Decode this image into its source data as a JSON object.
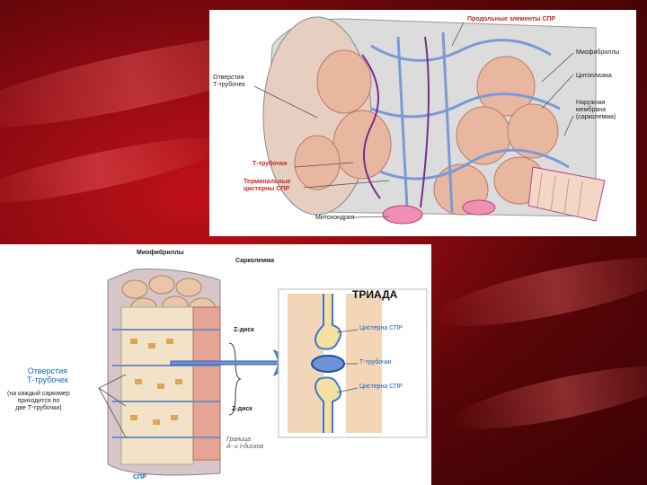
{
  "top_figure": {
    "labels": {
      "longitudinal": "Продольные элементы СПР",
      "myofibrils": "Миофибриллы",
      "cytoplasm": "Цитоплазма",
      "outer_membrane": "Наружная\nмембрана\n(сарколемма)",
      "t_openings": "Отверстия\nТ-трубочек",
      "t_tubules": "Т-трубочки",
      "terminal_cisterns": "Терминальные\nцистерны СПР",
      "mitochondria": "Митохондрия"
    }
  },
  "bottom_figure": {
    "labels": {
      "myofibrils": "Миофибриллы",
      "sarcolemma": "Сарколемма",
      "z_disc_1": "Z-диск",
      "z_disc_2": "Z-диск",
      "t_openings": "Отверстия\nТ-трубочек",
      "note": "(на каждый саркомер\nприходится  по\nдве Т-трубочки)",
      "boundary": "Граница\nA- и I-дисков",
      "spr": "СПР",
      "triad_title": "ТРИАДА",
      "cistern_1": "Цистерна СПР",
      "t_tubule": "Т-трубочки",
      "cistern_2": "Цистерна СПР"
    }
  }
}
